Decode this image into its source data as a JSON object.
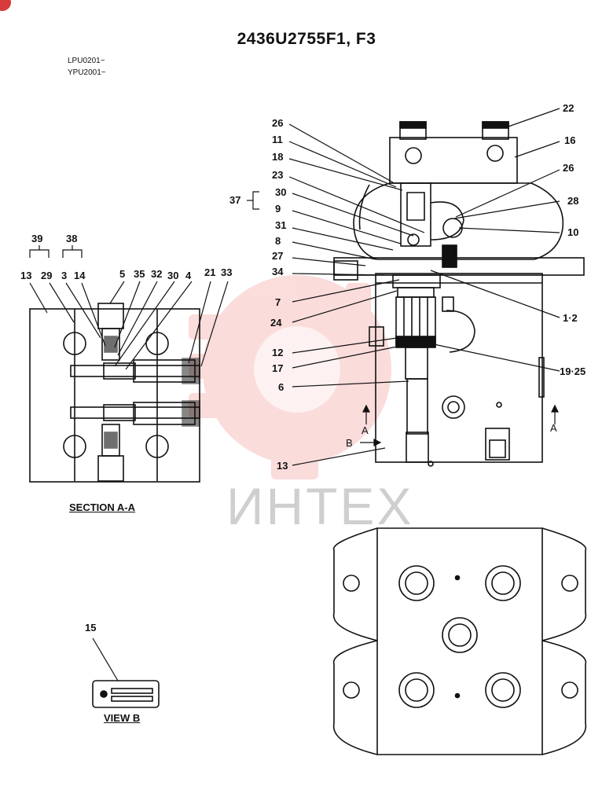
{
  "title": "2436U2755F1, F3",
  "serials": [
    "LPU0201~",
    "YPU2001~"
  ],
  "watermark": {
    "text": "ИНТЕХ",
    "color": "#e8453c"
  },
  "captions": {
    "section_aa": "SECTION A-A",
    "view_b": "VIEW B"
  },
  "section_marks": {
    "a_left": "A",
    "a_right": "A",
    "b": "B"
  },
  "callouts": {
    "c22": "22",
    "c16": "16",
    "c26a": "26",
    "c11": "11",
    "c18": "18",
    "c23": "23",
    "c37": "37",
    "c30a": "30",
    "c9": "9",
    "c31": "31",
    "c8": "8",
    "c27": "27",
    "c34": "34",
    "c7": "7",
    "c24": "24",
    "c12": "12",
    "c17": "17",
    "c6": "6",
    "c13a": "13",
    "c26b": "26",
    "c28": "28",
    "c10": "10",
    "c12_right": "1·2",
    "c19_25": "19·25",
    "c39": "39",
    "c38": "38",
    "c13b": "13",
    "c29": "29",
    "c3": "3",
    "c14": "14",
    "c5": "5",
    "c35": "35",
    "c32": "32",
    "c30b": "30",
    "c4": "4",
    "c21": "21",
    "c33": "33",
    "c15": "15"
  }
}
